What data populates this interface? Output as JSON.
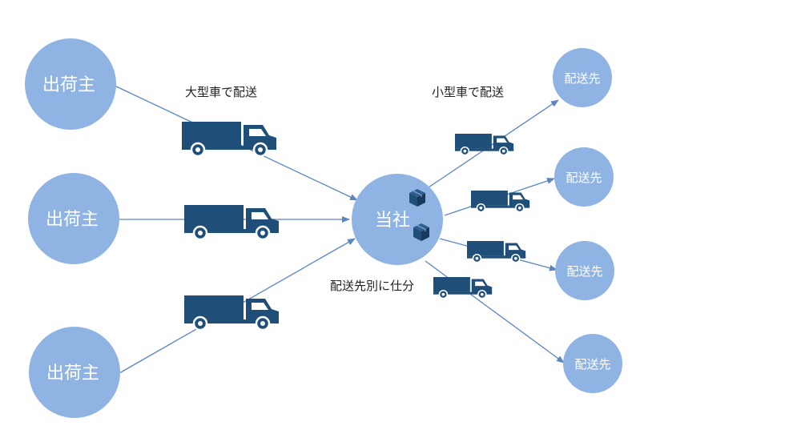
{
  "colors": {
    "node_fill": "#8fb3e2",
    "arrow": "#5b85bf",
    "truck": "#1f4e79",
    "text_on_node": "#ffffff",
    "caption_text": "#222222"
  },
  "shippers": [
    {
      "label": "出荷主"
    },
    {
      "label": "出荷主"
    },
    {
      "label": "出荷主"
    }
  ],
  "hub": {
    "label": "当社"
  },
  "destinations": [
    {
      "label": "配送先"
    },
    {
      "label": "配送先"
    },
    {
      "label": "配送先"
    },
    {
      "label": "配送先"
    }
  ],
  "captions": {
    "large_truck": "大型車で配送",
    "small_truck": "小型車で配送",
    "sort": "配送先別に仕分"
  },
  "icons": {
    "truck": "truck-icon",
    "package": "package-icon"
  }
}
